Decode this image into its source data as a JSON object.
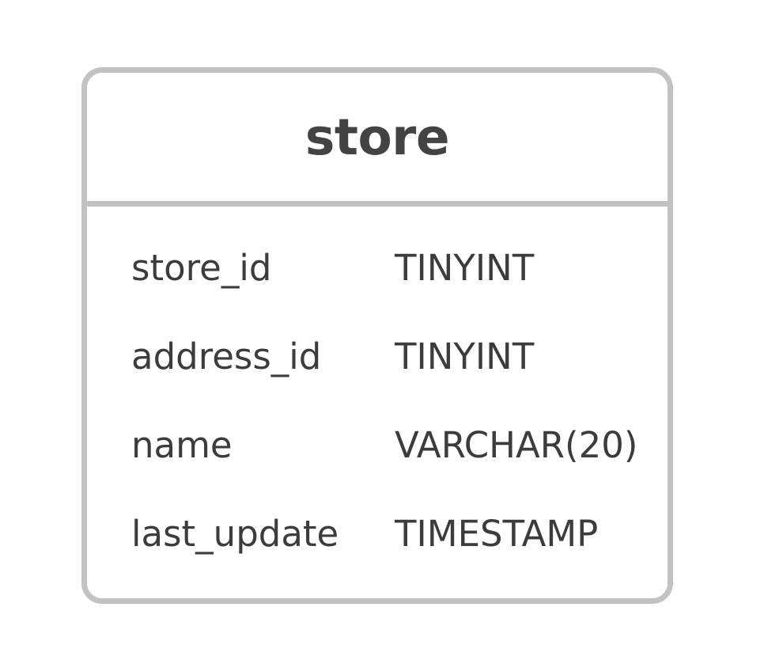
{
  "diagram": {
    "type": "er-entity",
    "background_color": "#ffffff",
    "border_color": "#c2c2c2",
    "text_color": "#3c3c3c",
    "title_color": "#434343"
  },
  "entity": {
    "name": "store",
    "columns": [
      {
        "name": "store_id",
        "type": "TINYINT"
      },
      {
        "name": "address_id",
        "type": "TINYINT"
      },
      {
        "name": "name",
        "type": "VARCHAR(20)"
      },
      {
        "name": "last_update",
        "type": "TIMESTAMP"
      }
    ]
  }
}
